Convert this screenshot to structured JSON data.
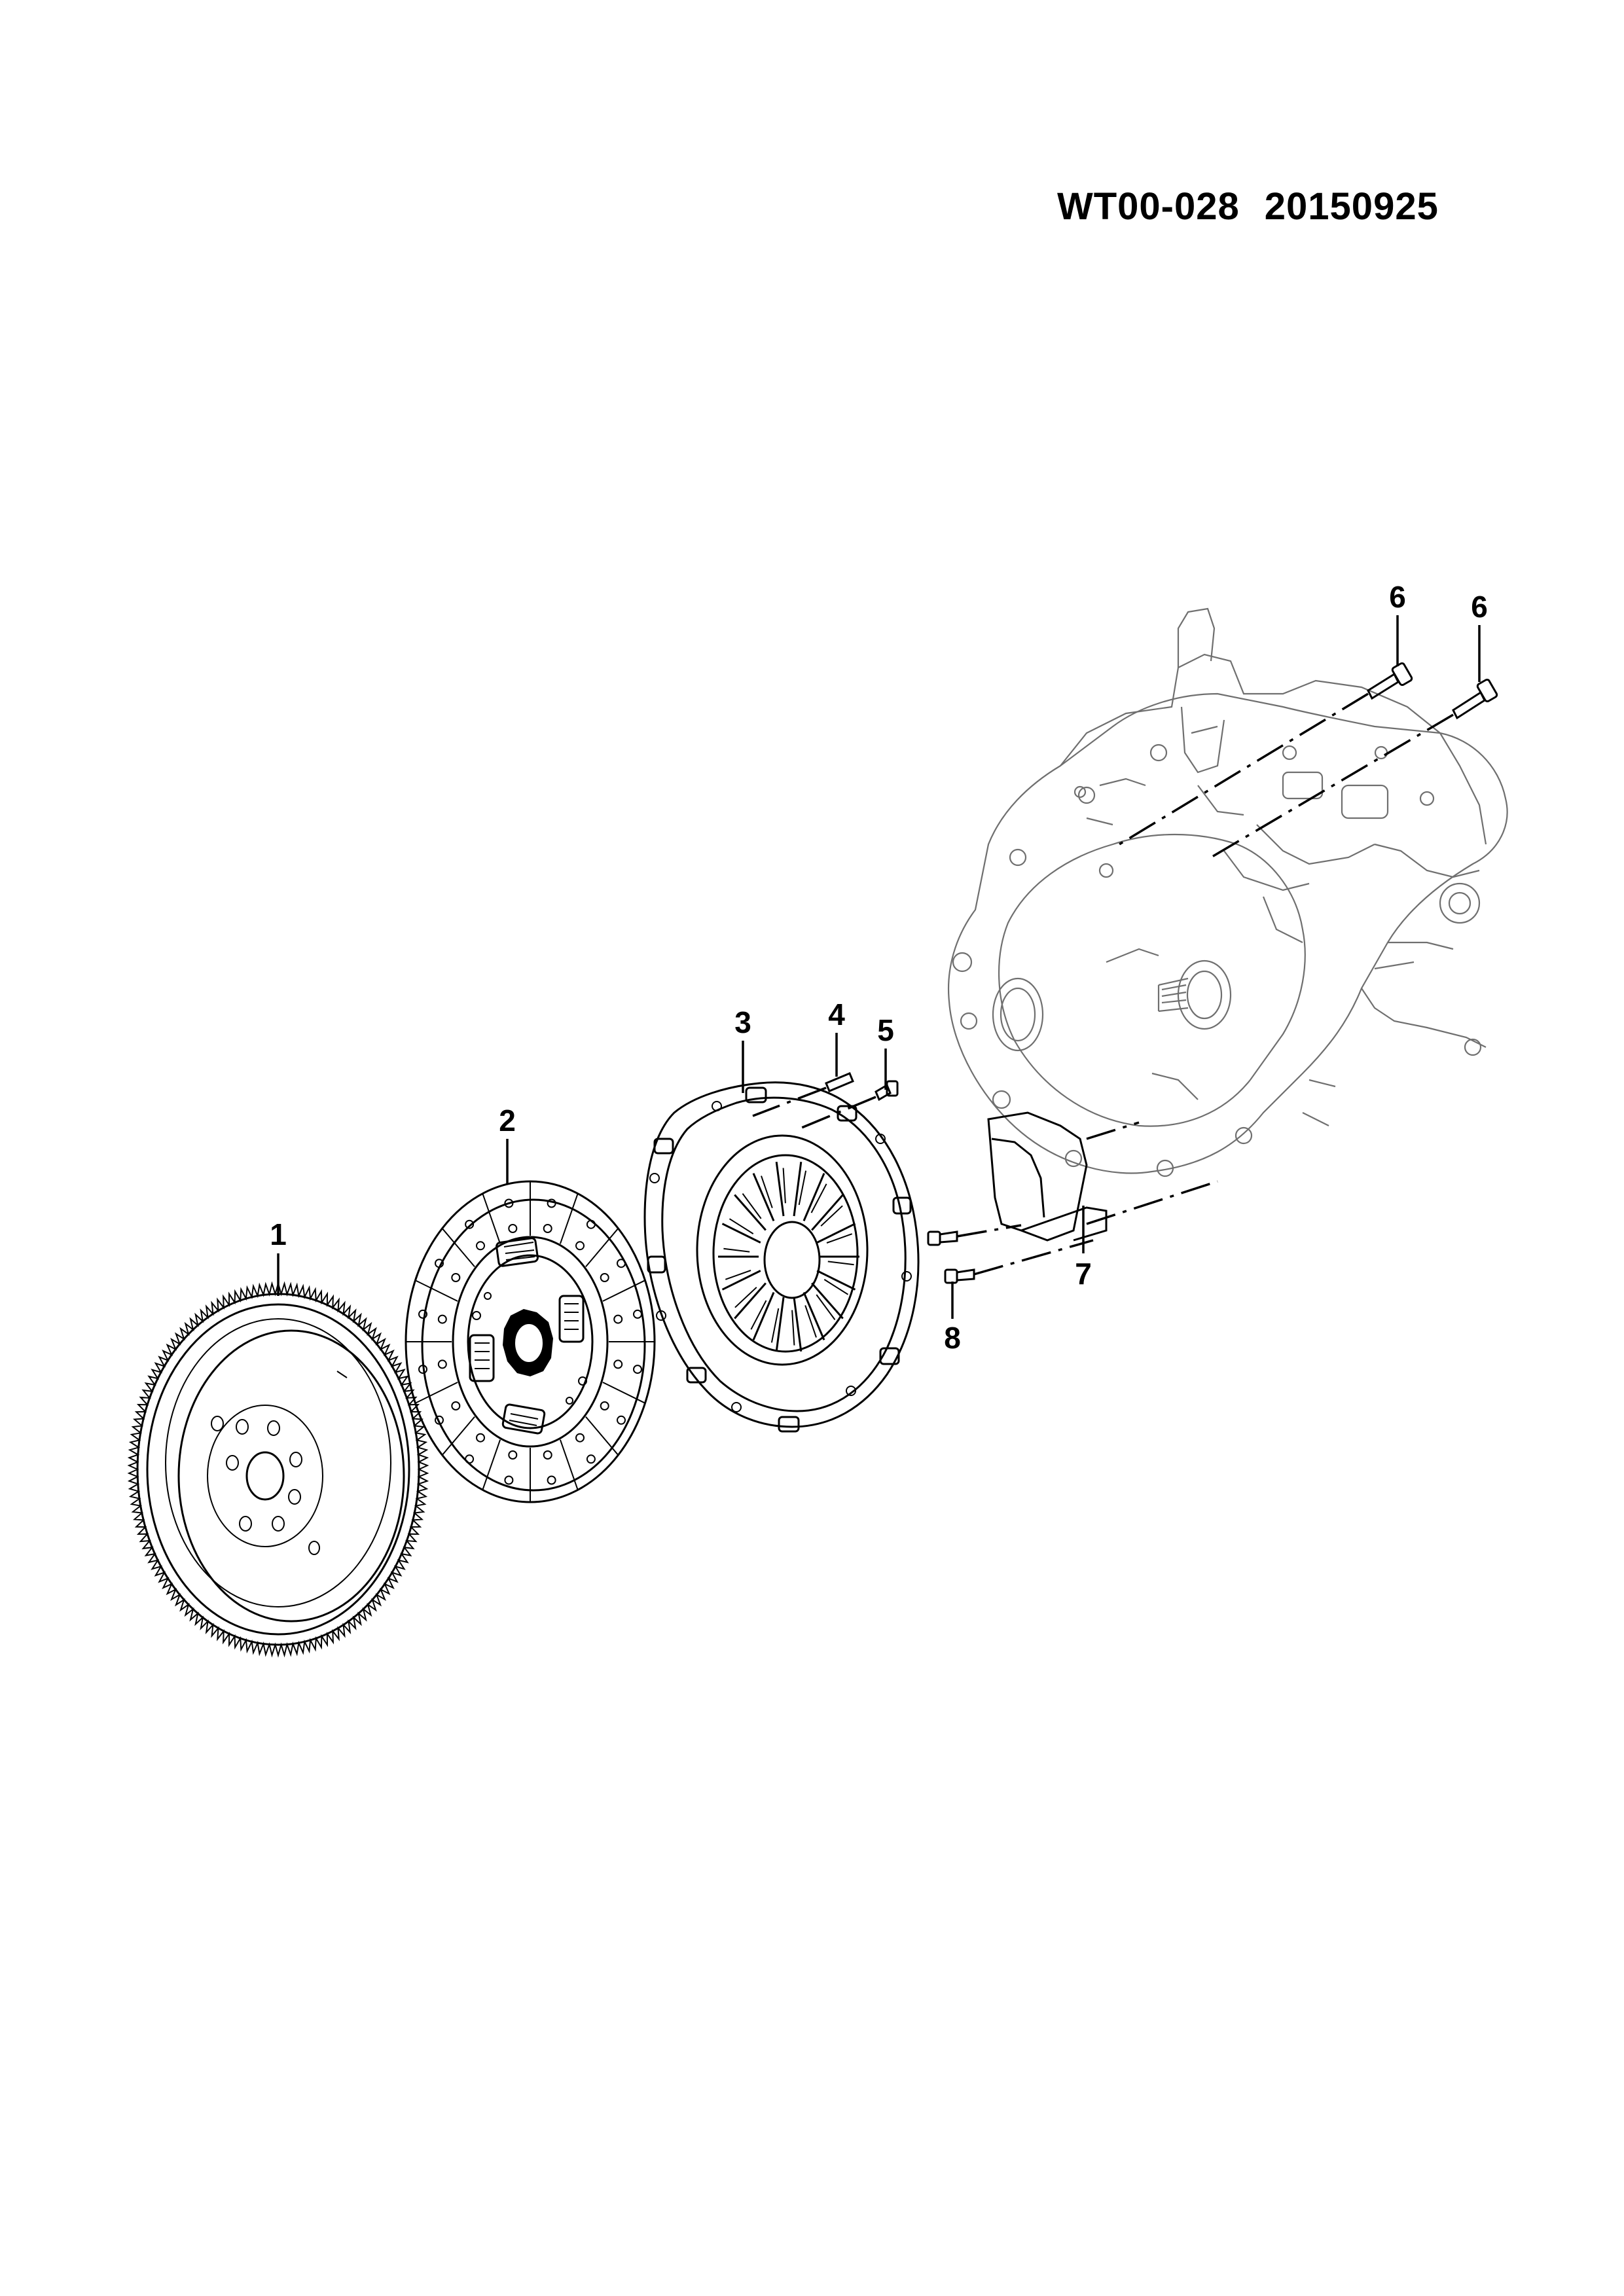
{
  "header": {
    "drawing_code": "WT00-028",
    "date_code": "20150925"
  },
  "callouts": [
    {
      "id": "1",
      "part": "flywheel"
    },
    {
      "id": "2",
      "part": "clutch-disc"
    },
    {
      "id": "3",
      "part": "pressure-plate"
    },
    {
      "id": "4",
      "part": "dowel-pin"
    },
    {
      "id": "5",
      "part": "bolt"
    },
    {
      "id": "6",
      "part": "transmission-bolt"
    },
    {
      "id": "6",
      "part": "transmission-bolt"
    },
    {
      "id": "7",
      "part": "cover-plate"
    },
    {
      "id": "8",
      "part": "bolt"
    }
  ],
  "colors": {
    "line": "#000000",
    "transmission_line": "#6f6f6f",
    "background": "#ffffff"
  }
}
